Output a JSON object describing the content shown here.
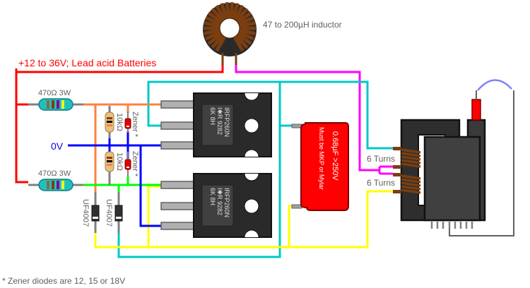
{
  "diagram": {
    "title": "Mazzilli ZVS driver circuit",
    "supply_label": "+12 to 36V; Lead acid Batteries",
    "ground_label": "0V",
    "footnote": "* Zener diodes are 12, 15 or 18V",
    "inductor": {
      "label": "47 to 200µH inductor"
    },
    "resistors": {
      "gate_top": {
        "label": "470Ω 3W"
      },
      "gate_bottom": {
        "label": "470Ω 3W"
      },
      "pulldown_top": {
        "label": "10kΩ"
      },
      "pulldown_bottom": {
        "label": "10kΩ"
      }
    },
    "zeners": {
      "top": {
        "label": "Zener *"
      },
      "bottom": {
        "label": "Zener *"
      }
    },
    "diodes": {
      "left": {
        "label": "UF4007"
      },
      "right": {
        "label": "UF4007"
      }
    },
    "mosfets": {
      "top": {
        "line1": "IRFP260N",
        "line2": "I✱R  9282",
        "line3": "6K      8H"
      },
      "bottom": {
        "line1": "IRFP260N",
        "line2": "I✱R  9282",
        "line3": "6K      8H"
      }
    },
    "capacitor": {
      "line1": "0.68µF  >250V",
      "line2": "Must be MKP or Mylar"
    },
    "transformer": {
      "primary_top": {
        "label": "6 Turns"
      },
      "primary_bottom": {
        "label": "6 Turns"
      }
    },
    "wire_colors": {
      "supply": "#ff0000",
      "ground": "#0000ff",
      "gate_top": "#ff8040",
      "gate_bottom": "#00ff00",
      "drain_top": "#00c8c8",
      "drain_bottom": "#ffff00",
      "center_tap": "#ff00ff",
      "hv": "#606060",
      "arc": "#8080ff"
    }
  }
}
